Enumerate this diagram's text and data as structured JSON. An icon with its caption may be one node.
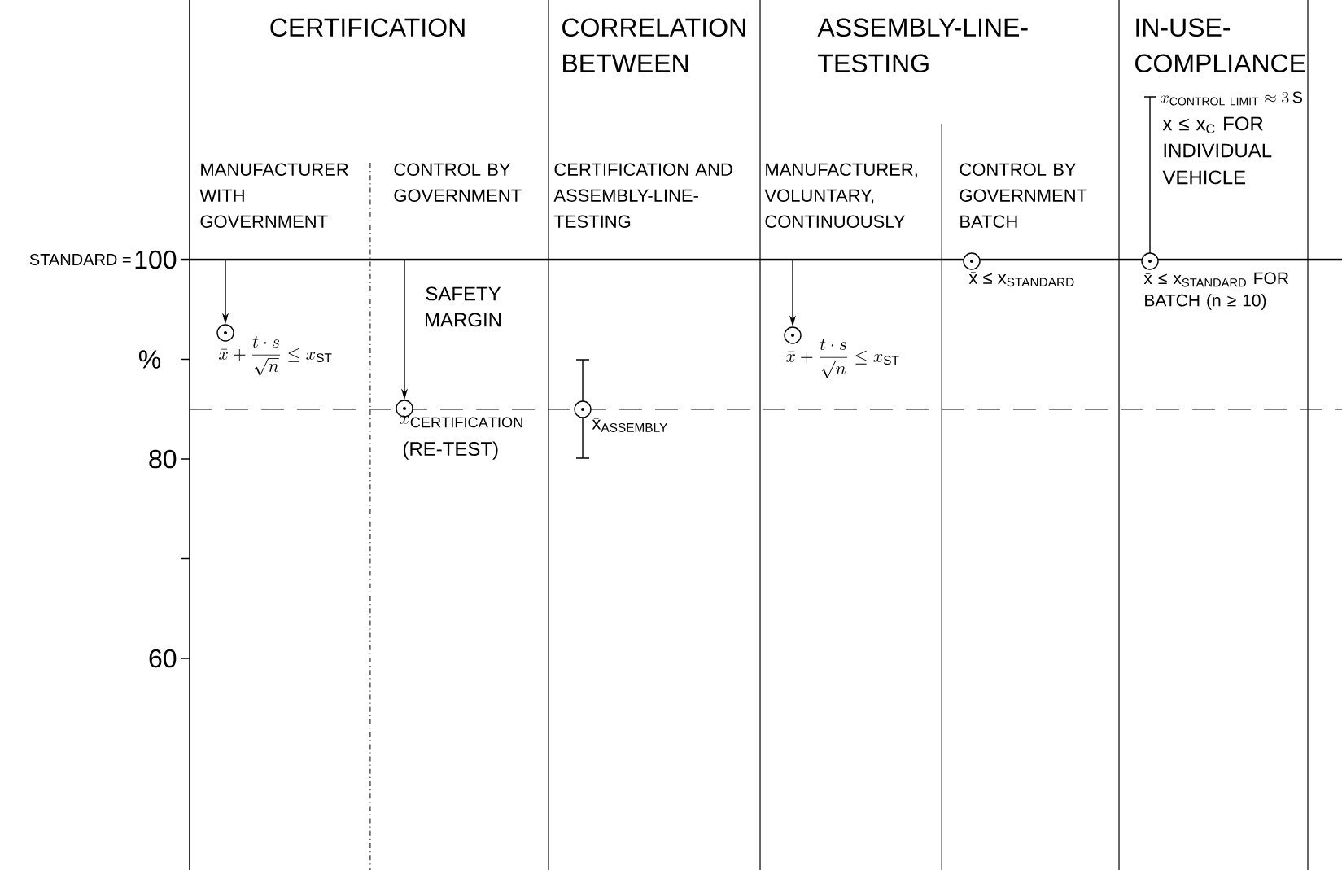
{
  "diagram": {
    "nodes": [
      {
        "text": [],
        "shape": "circle",
        "beside": [
          "\\bar{x}+\\frac{t\\cdot s}{\\sqrt{n}}\\leq x_{\\mathrm{ST}}"
        ]
      },
      {
        "text": [],
        "shape": "circle",
        "beside": [
          "x_{\\mathrm{CERTIFICATION}}",
          "(RE-TEST)"
        ]
      },
      {
        "text": [],
        "shape": "circle",
        "beside": [
          "x̄$_{ASSEMBLY}$"
        ]
      },
      {
        "text": [],
        "shape": "circle",
        "beside": [
          "\\bar{x}+\\frac{t\\cdot s}{\\sqrt{n}}\\leq x_{\\mathrm{ST}}"
        ]
      },
      {
        "text": [],
        "shape": "circle",
        "beside": [
          "x̄ ≤ x$_{STANDARD}$"
        ]
      },
      {
        "text": [],
        "shape": "circle",
        "beside": [
          "x̄ ≤ x$_{STANDARD}$ FOR BATCH (n ≥ 10)"
        ]
      }
    ],
    "edges": [
      {
        "from": null,
        "to": 0,
        "arrow": "to"
      },
      {
        "from": null,
        "to": 1,
        "arrow": "to"
      },
      {
        "from": null,
        "to": 3,
        "arrow": "to"
      }
    ],
    "labels": [
      "CERTIFICATION",
      "CORRELATION BETWEEN",
      "ASSEMBLY-LINE-TESTING",
      "IN-USE-COMPLIANCE",
      "x_{\\mathrm{CONTROL\\ LIMIT}}\\approx 3\\,\\mathrm{S}",
      "x ≤ x$_{C}$ FOR INDIVIDUAL VEHICLE",
      "MANUFACTURER WITH GOVERNMENT",
      "CONTROL BY GOVERNMENT",
      "CERTIFICATION AND ASSEMBLY-LINE-TESTING",
      "MANUFACTURER, VOLUNTARY, CONTINUOUSLY",
      "CONTROL BY GOVERNMENT BATCH",
      "STANDARD =",
      "100",
      "%",
      "SAFETY MARGIN",
      "80",
      "60"
    ]
  }
}
